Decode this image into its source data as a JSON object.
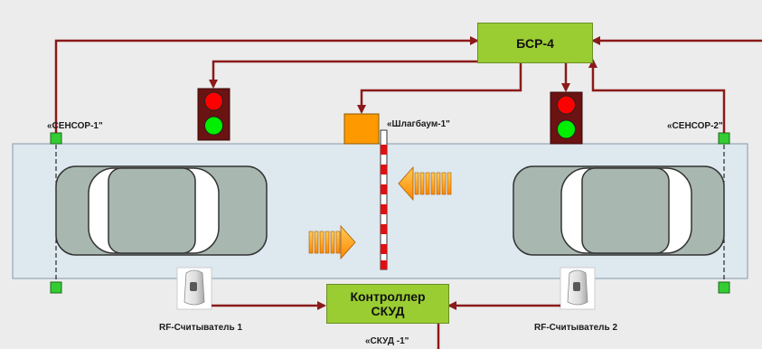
{
  "colors": {
    "wire": "#8b1a1a",
    "block_fill": "#9acd32",
    "barrier_motor": "#ff9900",
    "road": "#dde8ef",
    "sensor": "#33cc33",
    "red_light": "#ff0000",
    "green_light": "#00ee00",
    "car_body": "#a8b8b0",
    "arrow_fill": "#ff9900"
  },
  "labels": {
    "bsr": "БСР-4",
    "controller_line1": "Контроллер",
    "controller_line2": "СКУД",
    "skud": "«СКУД -1\"",
    "sensor1": "«СЕНСОР-1\"",
    "sensor2": "«СЕНСОР-2\"",
    "barrier": "«Шлагбаум-1\"",
    "reader1": "RF-Считыватель 1",
    "reader2": "RF-Считыватель 2"
  },
  "icons": [
    "traffic-light-icon",
    "card-reader-icon",
    "car-icon",
    "direction-arrow-icon",
    "sensor-icon",
    "barrier-motor-icon"
  ]
}
